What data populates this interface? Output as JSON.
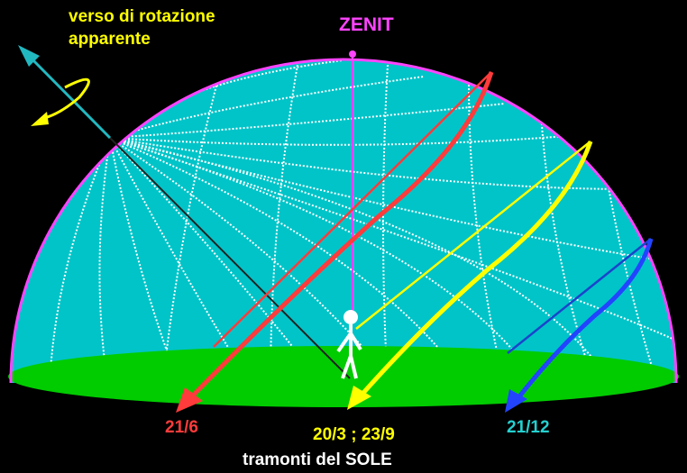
{
  "labels": {
    "rotation_line1": "verso di rotazione",
    "rotation_line2": "apparente",
    "zenith": "ZENIT",
    "summer_solstice": "21/6",
    "equinoxes": "20/3 ; 23/9",
    "winter_solstice": "21/12",
    "caption": "tramonti del SOLE"
  },
  "colors": {
    "background": "#000000",
    "sky_dome": "#00c4c8",
    "dome_outline": "#ff44ff",
    "ground": "#00cc00",
    "meridian_lines": "#ffffff",
    "summer_path": "#ff3b3b",
    "equinox_path": "#ffff00",
    "winter_path": "#2244ff",
    "axis": "#22b8c0",
    "rotation_arrow": "#ffff00"
  },
  "icons": {
    "observer": "stick-figure-icon",
    "rotation": "curved-arrow-icon"
  }
}
